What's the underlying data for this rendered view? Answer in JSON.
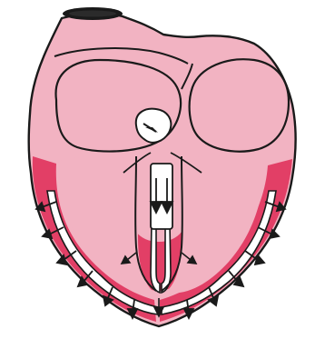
{
  "diagram": {
    "colors": {
      "background": "#ffffff",
      "heart_fill": "#f2b3c2",
      "myocardium": "#e23f66",
      "pathway": "#ffffff",
      "outline": "#1a1a1a",
      "arrow": "#1a1a1a"
    },
    "parts": [
      "aorta",
      "left-atrium",
      "right-atrium",
      "atrioventricular-node",
      "bundle-of-his",
      "left-ventricle",
      "right-ventricle",
      "purkinje-fibers"
    ]
  }
}
